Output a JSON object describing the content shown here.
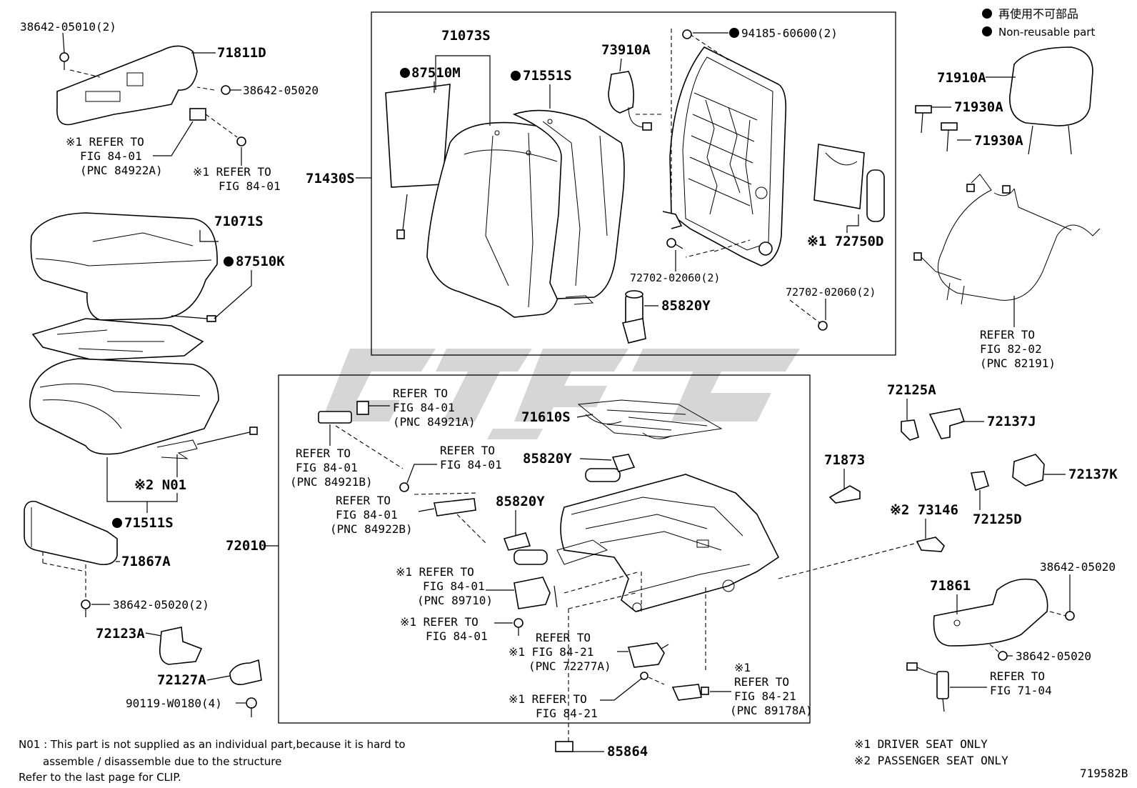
{
  "legend": {
    "non_reusable_jp": "再使用不可部品",
    "non_reusable_en": "Non-reusable part"
  },
  "labels": {
    "p_38642_05010_2": "38642-05010(2)",
    "p_71811D": "71811D",
    "p_38642_05020_a": "38642-05020",
    "ref_a_l1": "※1 REFER TO",
    "ref_a_l2": "FIG 84-01",
    "ref_a_l3": "(PNC 84922A)",
    "ref_b_l1": "※1 REFER TO",
    "ref_b_l2": "FIG 84-01",
    "p_71071S": "71071S",
    "p_87510K": "87510K",
    "p_N01": "※2 N01",
    "p_71511S": "71511S",
    "p_71867A": "71867A",
    "p_38642_05020_2": "38642-05020(2)",
    "p_72123A": "72123A",
    "p_72127A": "72127A",
    "p_90119": "90119-W0180(4)",
    "p_71073S": "71073S",
    "p_87510M": "87510M",
    "p_71551S": "71551S",
    "p_73910A": "73910A",
    "p_94185": "94185-60600(2)",
    "p_71430S": "71430S",
    "p_72750D": "※1 72750D",
    "p_72702_a": "72702-02060(2)",
    "p_72702_b": "72702-02060(2)",
    "p_85820Y_a": "85820Y",
    "p_71910A": "71910A",
    "p_71930A_a": "71930A",
    "p_71930A_b": "71930A",
    "ref_c_l1": "REFER TO",
    "ref_c_l2": "FIG 82-02",
    "ref_c_l3": "(PNC 82191)",
    "ref_d_l1": "REFER TO",
    "ref_d_l2": "FIG 84-01",
    "ref_d_l3": "(PNC 84921A)",
    "ref_e_l1": "REFER TO",
    "ref_e_l2": "FIG 84-01",
    "ref_e_l3": "(PNC 84921B)",
    "ref_f_l1": "REFER TO",
    "ref_f_l2": "FIG 84-01",
    "ref_g_l1": "REFER TO",
    "ref_g_l2": "FIG 84-01",
    "ref_g_l3": "(PNC 84922B)",
    "p_71610S": "71610S",
    "p_85820Y_b": "85820Y",
    "p_85820Y_c": "85820Y",
    "p_72010": "72010",
    "ref_h_l1": "※1 REFER TO",
    "ref_h_l2": "FIG 84-01",
    "ref_h_l3": "(PNC 89710)",
    "ref_i_l1": "※1 REFER TO",
    "ref_i_l2": "FIG 84-01",
    "ref_j_l1": "REFER TO",
    "ref_j_l2": "※1 FIG 84-21",
    "ref_j_l3": "(PNC 72277A)",
    "ref_k_l1": "※1",
    "ref_k_l2": "REFER TO",
    "ref_k_l3": "FIG 84-21",
    "ref_k_l4": "(PNC 89178A)",
    "ref_l_l1": "※1 REFER TO",
    "ref_l_l2": "FIG 84-21",
    "p_85864": "85864",
    "p_71873": "71873",
    "p_72125A": "72125A",
    "p_72137J": "72137J",
    "p_72137K": "72137K",
    "p_72125D": "72125D",
    "p_73146": "※2 73146",
    "p_38642_05020_b": "38642-05020",
    "p_71861": "71861",
    "p_38642_05020_c": "38642-05020",
    "ref_m_l1": "REFER TO",
    "ref_m_l2": "FIG 71-04"
  },
  "notes": {
    "n01_l1": "N01 : This part is not supplied as an individual part,because it is hard to",
    "n01_l2": "assemble / disassemble due to the structure",
    "clip": "Refer to the last page for CLIP.",
    "driver_only": "※1  DRIVER  SEAT  ONLY",
    "passenger_only": "※2  PASSENGER  SEAT  ONLY",
    "fig_code": "719582B"
  }
}
